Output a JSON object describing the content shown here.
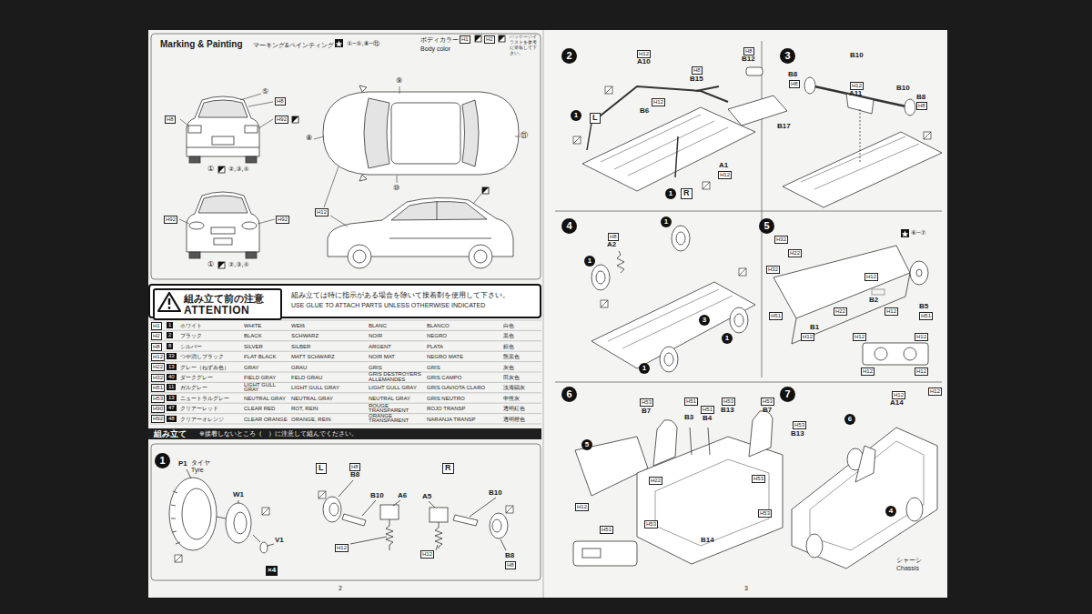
{
  "diagram": {
    "nodes": [
      {
        "text": [
          "組み立ては特に指示がある場合を除いて接着剤を使用して下さい。",
          "USE GLUE TO ATTACH PARTS UNLESS OTHERWISE INDICATED"
        ]
      },
      {
        "text": [
          "組み立て前の注意",
          "ATTENTION"
        ],
        "in": 0
      },
      {
        "text": [
          "組み立て",
          "※接着しないところ（　）に注意して組んでください。"
        ]
      },
      {
        "text": [
          "1"
        ]
      },
      {
        "text": [
          "2"
        ]
      },
      {
        "text": [
          "1"
        ]
      },
      {
        "text": [
          "1"
        ]
      },
      {
        "text": [
          "3"
        ]
      },
      {
        "text": [
          "4"
        ]
      },
      {
        "text": [
          "1"
        ]
      },
      {
        "text": [
          "1"
        ]
      },
      {
        "text": [
          "1"
        ]
      },
      {
        "text": [
          "1"
        ]
      },
      {
        "text": [
          "3"
        ]
      },
      {
        "text": [
          "5"
        ]
      },
      {
        "text": [
          "6"
        ]
      },
      {
        "text": [
          "5"
        ]
      },
      {
        "text": [
          "7"
        ]
      },
      {
        "text": [
          "6"
        ]
      },
      {
        "text": [
          "4"
        ]
      }
    ],
    "labels": [
      "Marking & Painting",
      "マーキング&ペインティング",
      "①~⑤,⑧~⑪",
      "ボディカラー：",
      "H1",
      "H2",
      "パッケージイラストを参考に塗装して下さい。",
      "Body color",
      "⑤",
      "H8",
      "H8",
      "H92",
      "①",
      "②,③,④",
      "H92",
      "H92",
      "①",
      "②,③,④",
      "⑨",
      "⑧",
      "⑩",
      "⑪",
      "H12",
      "H1",
      "1",
      "ホワイト",
      "WHITE",
      "WEIß",
      "BLANC",
      "BLANCO",
      "白色",
      "H2",
      "2",
      "ブラック",
      "BLACK",
      "SCHWARZ",
      "NOIR",
      "NEGRO",
      "黒色",
      "H8",
      "8",
      "シルバー",
      "SILVER",
      "SILBER",
      "ARGENT",
      "PLATA",
      "銀色",
      "H12",
      "33",
      "つや消しブラック",
      "FLAT BLACK",
      "MATT SCHWARZ",
      "NOIR MAT",
      "NEGRO MATE",
      "艶黒色",
      "H22",
      "13",
      "グレー（ねずみ色）",
      "GRAY",
      "GRAU",
      "GRIS",
      "GRIS",
      "灰色",
      "H32",
      "40",
      "ダークグレー",
      "FIELD GRAY",
      "FELD GRAU",
      "GRIS DESTROYERS ALLEMANDES",
      "GRIS CAMPO",
      "田灰色",
      "H51",
      "11",
      "ガルグレー",
      "LIGHT GULL GRAY",
      "LIGHT GULL GRAY",
      "LIGHT GULL GRAY",
      "GRIS GAVIOTA CLARO",
      "淡海鷗灰",
      "H53",
      "13",
      "ニュートラルグレー",
      "NEUTRAL GRAY",
      "NEUTRAL GRAY",
      "NEUTRAL GRAY",
      "GRIS NEUTRO",
      "中性灰",
      "H90",
      "47",
      "クリアーレッド",
      "CLEAR RED",
      "ROT, REIN",
      "ROUGE TRANSPARENT",
      "ROJO TRANSP",
      "透明紅色",
      "H92",
      "48",
      "クリアーオレンジ",
      "CLEAR ORANGE",
      "ORANGE, REIN",
      "ORANGE TRANSPARENT",
      "NARANJA TRANSP",
      "透明橙色",
      "P1",
      "タイヤ",
      "Tyre",
      "W1",
      "V1",
      "×4",
      "L",
      "H8",
      "B8",
      "B10",
      "A6",
      "H12",
      "R",
      "B10",
      "A5",
      "B8",
      "H8",
      "H12",
      "2",
      "3",
      "H12",
      "A10",
      "H8",
      "B15",
      "H8",
      "B12",
      "H12",
      "B6",
      "L",
      "A1",
      "H12",
      "R",
      "B17",
      "B8",
      "H8",
      "B10",
      "H12",
      "A11",
      "B10",
      "B8",
      "H8",
      "H8",
      "A2",
      "H32",
      "H22",
      "⑥~⑦",
      "H32",
      "H12",
      "H22",
      "B2",
      "B5",
      "H51",
      "H51",
      "B1",
      "H12",
      "H12",
      "H12",
      "H12",
      "H12",
      "H12",
      "H53",
      "B7",
      "H51",
      "B3",
      "H51",
      "B4",
      "H53",
      "B13",
      "H53",
      "B7",
      "H53",
      "B13",
      "H22",
      "H53",
      "H12",
      "H51",
      "B14",
      "H53",
      "H53",
      "H12",
      "A14",
      "H12",
      "シャーシ",
      "Chassis"
    ]
  }
}
